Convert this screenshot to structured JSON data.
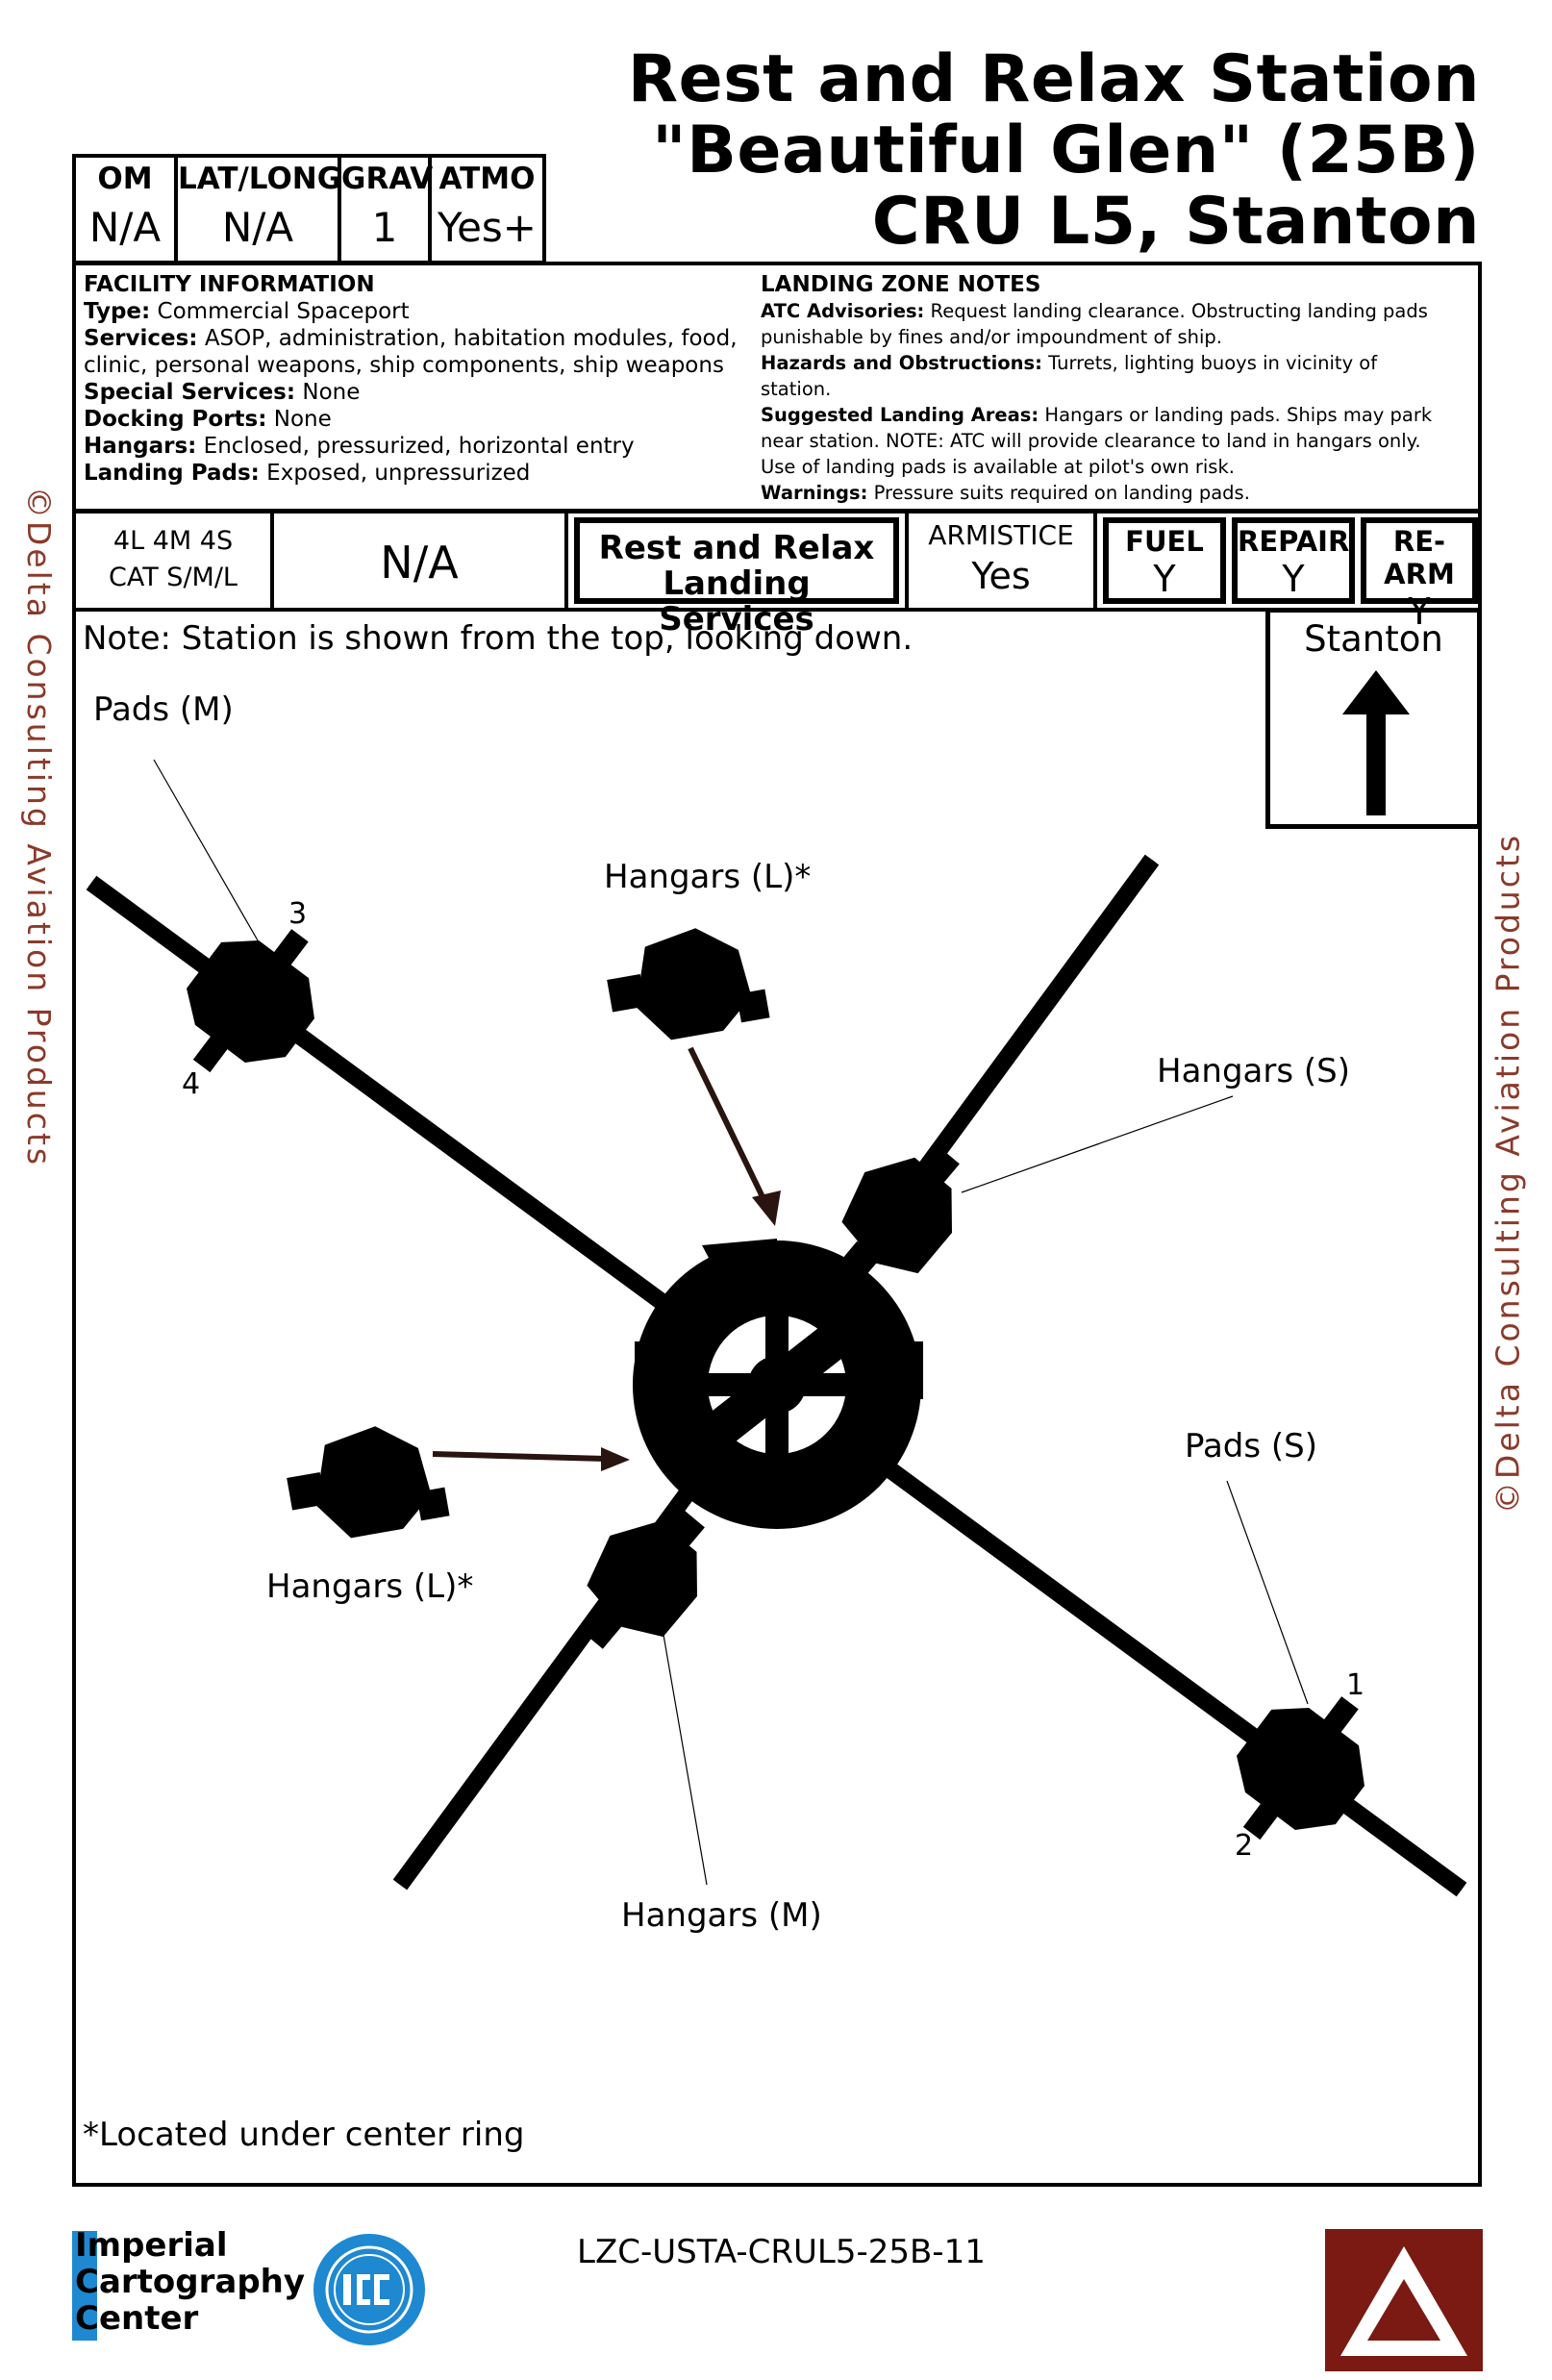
{
  "title": {
    "line1": "Rest and Relax Station",
    "line2": "\"Beautiful Glen\" (25B)",
    "line3": "CRU L5, Stanton"
  },
  "stats": [
    {
      "label": "OM",
      "value": "N/A"
    },
    {
      "label": "LAT/LONG",
      "value": "N/A"
    },
    {
      "label": "GRAV",
      "value": "1"
    },
    {
      "label": "ATMO",
      "value": "Yes+"
    }
  ],
  "facility": {
    "heading": "FACILITY INFORMATION",
    "rows": [
      {
        "k": "Type:",
        "v": " Commercial Spaceport"
      },
      {
        "k": "Services:",
        "v": " ASOP, administration, habitation modules, food, clinic, personal weapons, ship components, ship weapons"
      },
      {
        "k": "Special Services:",
        "v": " None"
      },
      {
        "k": "Docking Ports:",
        "v": " None"
      },
      {
        "k": "Hangars:",
        "v": " Enclosed, pressurized, horizontal entry"
      },
      {
        "k": "Landing Pads:",
        "v": " Exposed, unpressurized"
      }
    ]
  },
  "landing_zone": {
    "heading": "LANDING ZONE NOTES",
    "rows": [
      {
        "k": "ATC Advisories:",
        "v": " Request landing clearance.  Obstructing landing pads punishable by fines and/or impoundment of ship."
      },
      {
        "k": "Hazards and Obstructions:",
        "v": " Turrets, lighting buoys in vicinity of station."
      },
      {
        "k": "Suggested Landing Areas:",
        "v": " Hangars or landing pads.  Ships may park near station.  NOTE: ATC will provide clearance to land in hangars only.  Use of landing pads is available at pilot's own risk."
      },
      {
        "k": "Warnings:",
        "v": " Pressure suits required on landing pads."
      }
    ]
  },
  "services_bar": {
    "pads_line1": "4L 4M 4S",
    "pads_line2": "CAT S/M/L",
    "frequency": "N/A",
    "provider_line1": "Rest and Relax",
    "provider_line2": "Landing Services",
    "armistice_label": "ARMISTICE",
    "armistice_value": "Yes",
    "fuel_label": "FUEL",
    "fuel_value": "Y",
    "repair_label": "REPAIR",
    "repair_value": "Y",
    "rearm_label": "RE-ARM",
    "rearm_value": "Y"
  },
  "map": {
    "note": "Note: Station is shown from the top, looking down.",
    "north_label": "Stanton",
    "labels": {
      "pads_m": "Pads (M)",
      "pads_s": "Pads (S)",
      "hangars_l_top": "Hangars (L)*",
      "hangars_l_left": "Hangars (L)*",
      "hangars_s": "Hangars (S)",
      "hangars_m": "Hangars (M)",
      "n1": "1",
      "n2": "2",
      "n3": "3",
      "n4": "4"
    },
    "footnote": "*Located under center ring"
  },
  "footer": {
    "doc_id": "LZC-USTA-CRUL5-25B-11",
    "org_line1": "Imperial",
    "org_line2": "Cartography",
    "org_line3": "Center"
  },
  "watermark": "©Delta Consulting Aviation Products",
  "colors": {
    "watermark": "#8a3a2a",
    "logo_red": "#7a1a12",
    "icc_blue": "#1e88d0"
  }
}
